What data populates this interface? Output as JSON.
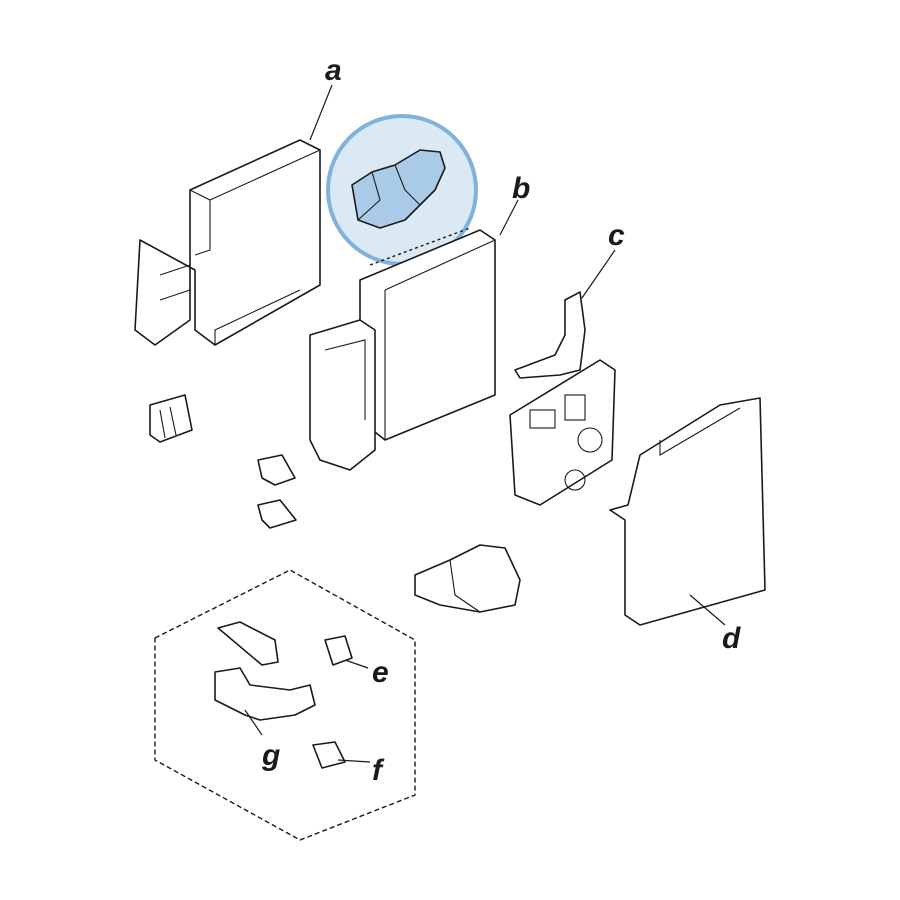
{
  "diagram": {
    "labels": {
      "a": "a",
      "b": "b",
      "c": "c",
      "d": "d",
      "e": "e",
      "f": "f",
      "g": "g"
    },
    "highlight": {
      "fill": "#dbe9f5",
      "stroke": "#7fb2dc",
      "part_fill": "#a9cbe8"
    }
  }
}
